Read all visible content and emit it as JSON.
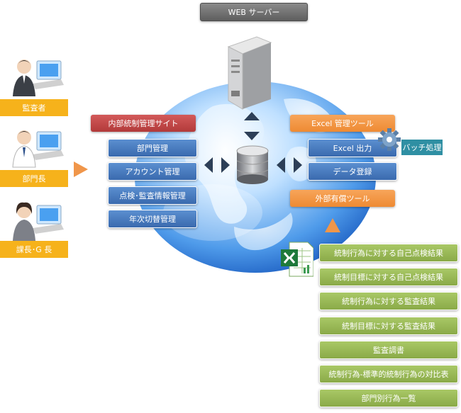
{
  "server": {
    "label": "WEB サーバー"
  },
  "roles": [
    {
      "label": "監査者"
    },
    {
      "label": "部門長"
    },
    {
      "label": "課長･G 長"
    }
  ],
  "internal_site": {
    "title": "内部統制管理サイト",
    "items": [
      "部門管理",
      "アカウント管理",
      "点検･監査情報管理",
      "年次切替管理"
    ]
  },
  "excel_tool": {
    "title": "Excel 管理ツール",
    "items": [
      "Excel 出力",
      "データ登録"
    ],
    "batch_label": "バッチ処理"
  },
  "external_tool": {
    "title": "外部有償ツール"
  },
  "reports": [
    "統制行為に対する自己点検結果",
    "統制目標に対する自己点検結果",
    "統制行為に対する監査結果",
    "統制目標に対する監査結果",
    "監査調書",
    "統制行為‐標準的統制行為の対比表",
    "部門別行為一覧"
  ],
  "colors": {
    "role_label": "#f6b21b",
    "site_title": "#c44a4a",
    "site_item": "#4a7cc0",
    "tool_title": "#f29541",
    "report_item": "#99b957",
    "batch": "#2f8fa3"
  }
}
